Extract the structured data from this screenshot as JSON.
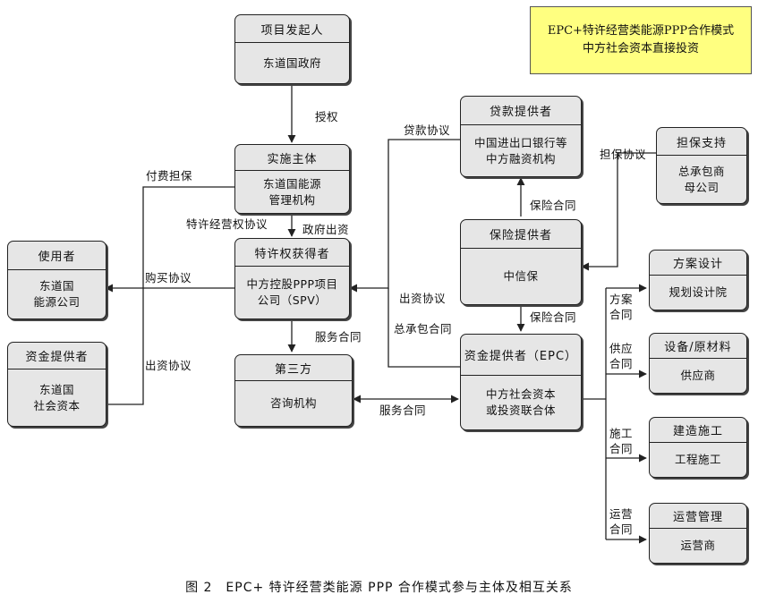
{
  "legend": {
    "line1": "EPC+特许经营类能源PPP合作模式",
    "line2": "中方社会资本直接投资"
  },
  "boxes": {
    "sponsor": {
      "header": "项目发起人",
      "body": [
        "东道国政府"
      ]
    },
    "implementer": {
      "header": "实施主体",
      "body": [
        "东道国能源",
        "管理机构"
      ]
    },
    "concessionaire": {
      "header": "特许权获得者",
      "body": [
        "中方控股PPP项目",
        "公司（SPV）"
      ]
    },
    "user": {
      "header": "使用者",
      "body": [
        "东道国",
        "能源公司"
      ]
    },
    "fund_host": {
      "header": "资金提供者",
      "body": [
        "东道国",
        "社会资本"
      ]
    },
    "third_party": {
      "header": "第三方",
      "body": [
        "咨询机构"
      ]
    },
    "lender": {
      "header": "贷款提供者",
      "body": [
        "中国进出口银行等",
        "中方融资机构"
      ]
    },
    "guarantee": {
      "header": "担保支持",
      "body": [
        "总承包商",
        "母公司"
      ]
    },
    "insurer": {
      "header": "保险提供者",
      "body": [
        "中信保"
      ]
    },
    "epc": {
      "header": "资金提供者（EPC）",
      "body": [
        "中方社会资本",
        "或投资联合体"
      ]
    },
    "design": {
      "header": "方案设计",
      "body": [
        "规划设计院"
      ]
    },
    "supply": {
      "header": "设备/原材料",
      "body": [
        "供应商"
      ]
    },
    "construction": {
      "header": "建造施工",
      "body": [
        "工程施工"
      ]
    },
    "operation": {
      "header": "运营管理",
      "body": [
        "运营商"
      ]
    }
  },
  "labels": {
    "authorize": "授权",
    "payment_guarantee": "付费担保",
    "franchise_agreement": "特许经营权协议",
    "gov_investment": "政府出资",
    "purchase_agreement": "购买协议",
    "investment_agreement_left": "出资协议",
    "service_contract_top": "服务合同",
    "loan_agreement": "贷款协议",
    "guarantee_agreement": "担保协议",
    "insurance_contract_top": "保险合同",
    "insurance_contract_bottom": "保险合同",
    "investment_agreement_mid": "出资协议",
    "epc_contract": "总承包合同",
    "service_contract_bottom": "服务合同",
    "design_contract": [
      "方案",
      "合同"
    ],
    "supply_contract": [
      "供应",
      "合同"
    ],
    "construction_contract": [
      "施工",
      "合同"
    ],
    "operation_contract": [
      "运营",
      "合同"
    ]
  },
  "caption": "图 2　EPC+ 特许经营类能源 PPP 合作模式参与主体及相互关系"
}
